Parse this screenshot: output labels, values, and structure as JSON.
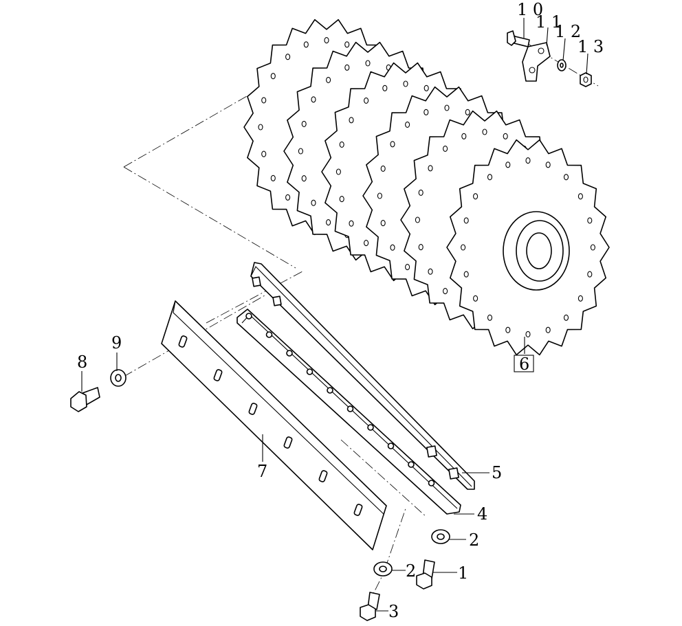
{
  "callouts": {
    "c1": "1",
    "c2a": "2",
    "c2b": "2",
    "c3": "3",
    "c4": "4",
    "c5": "5",
    "c6": "6",
    "c7": "7",
    "c8": "8",
    "c9": "9",
    "c10": "1 0",
    "c11": "1 1",
    "c12": "1 2",
    "c13": "1 3"
  }
}
